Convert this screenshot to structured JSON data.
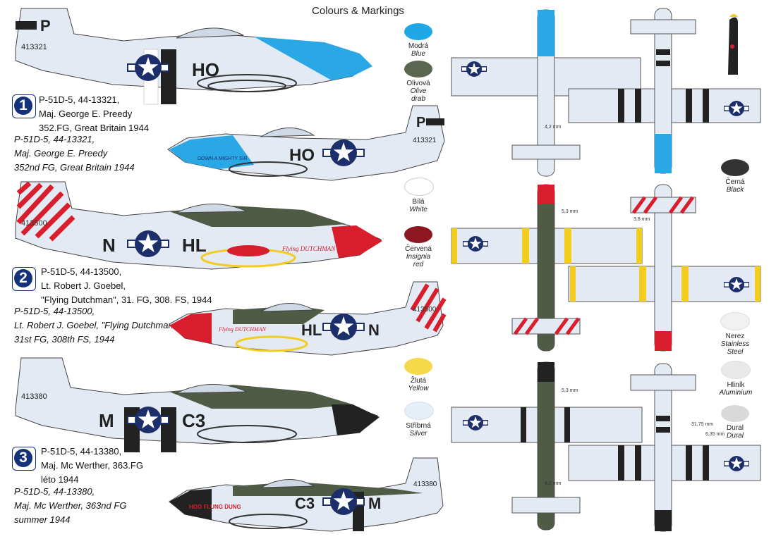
{
  "title": "Colours & Markings",
  "schemes": [
    {
      "num": "1",
      "lines_cz": [
        "P-51D-5, 44-13321,",
        "Maj. George E. Preedy",
        "352.FG, Great Britain 1944"
      ],
      "lines_en": [
        "P-51D-5, 44-13321,",
        "Maj. George E. Preedy",
        "352nd FG, Great Britain 1944"
      ],
      "code_left": "HO",
      "code_right": "HO",
      "fin_letter": "P",
      "serial": "413321",
      "nose_name": "DOWN A MIGHTY SIR"
    },
    {
      "num": "2",
      "lines_cz": [
        "P-51D-5, 44-13500,",
        "Lt. Robert J. Goebel,",
        "\"Flying Dutchman\", 31. FG, 308. FS, 1944"
      ],
      "lines_en": [
        "P-51D-5, 44-13500,",
        "Lt. Robert J. Goebel, \"Flying Dutchman\"",
        "31st FG, 308th FS, 1944"
      ],
      "code_left_a": "N",
      "code_left_b": "HL",
      "code_right_a": "HL",
      "code_right_b": "N",
      "serial": "413500",
      "nose_name": "Flying DUTCHMAN"
    },
    {
      "num": "3",
      "lines_cz": [
        "P-51D-5, 44-13380,",
        "Maj. Mc Werther, 363.FG",
        "léto 1944"
      ],
      "lines_en": [
        "P-51D-5, 44-13380,",
        "Maj. Mc Werther, 363nd FG",
        "summer 1944"
      ],
      "code_left_a": "M",
      "code_left_b": "C3",
      "code_right_a": "C3",
      "code_right_b": "M",
      "serial": "413380",
      "nose_name": "HOO FLUNG DUNG"
    }
  ],
  "swatches": [
    {
      "cz": "Modrá",
      "en": "Blue",
      "color": "#1fa8e6"
    },
    {
      "cz": "Olivová",
      "en": "Olive drab",
      "color": "#5b6650"
    },
    {
      "cz": "Bílá",
      "en": "White",
      "color": "#ffffff"
    },
    {
      "cz": "Červená",
      "en": "Insignia red",
      "color": "#8e1620"
    },
    {
      "cz": "Žlutá",
      "en": "Yellow",
      "color": "#f7d84a"
    },
    {
      "cz": "Stříbrná",
      "en": "Silver",
      "color": "#e6eef8"
    },
    {
      "cz": "Černá",
      "en": "Black",
      "color": "#333333"
    },
    {
      "cz": "Nerez",
      "en": "Stainless Steel",
      "color": "#f1f1f1"
    },
    {
      "cz": "Hliník",
      "en": "Aluminium",
      "color": "#e9e9e9"
    },
    {
      "cz": "Dural",
      "en": "Dural",
      "color": "#d9d9d9"
    }
  ],
  "dimensions": {
    "d1": "4,2 mm",
    "d2": "5,3 mm",
    "d3": "3,8 mm",
    "d4": "5,3 mm",
    "d5": "31,75 mm",
    "d6": "6,35 mm",
    "d7": "4,2 mm"
  },
  "colors": {
    "insignia_blue": "#1c2f6b",
    "olive": "#4f5b45",
    "silver": "#e3eaf3",
    "red": "#d81d2c",
    "blue_nose": "#2aa7e5",
    "black": "#222222",
    "yellow": "#f2cc1e"
  }
}
